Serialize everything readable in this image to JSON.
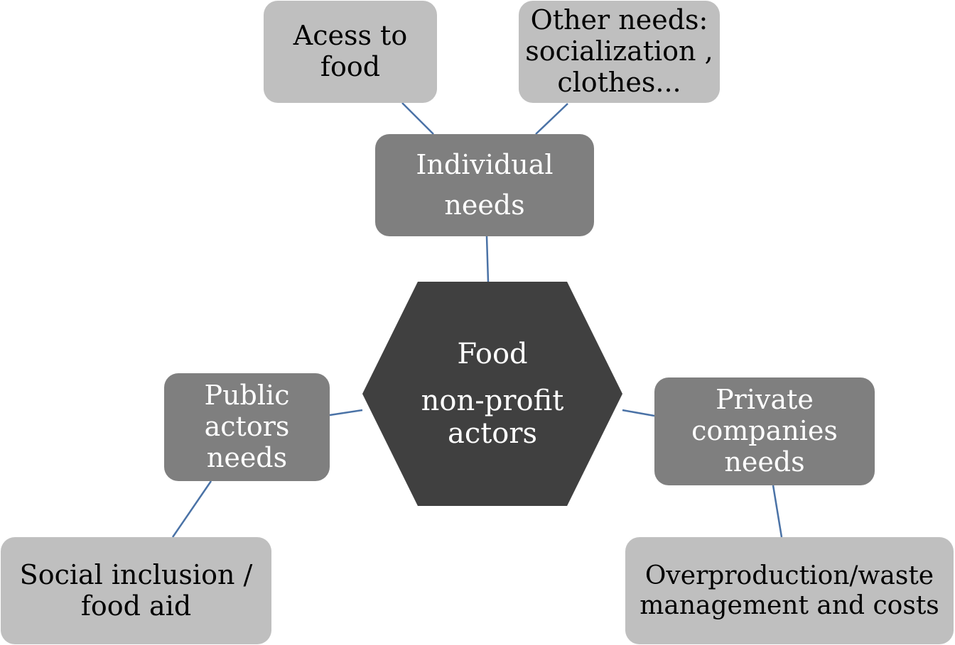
{
  "diagram": {
    "center": {
      "line1": "Food",
      "line2": "non-profit",
      "line3": "actors"
    },
    "individual": {
      "line1": "Individual",
      "line2": "needs"
    },
    "access_food": {
      "line1": "Acess to",
      "line2": "food"
    },
    "other_needs": {
      "line1": "Other needs:",
      "line2": "socialization ,",
      "line3": "clothes..."
    },
    "public_actors": {
      "line1": "Public",
      "line2": "actors",
      "line3": "needs"
    },
    "social_inclusion": {
      "line1": "Social inclusion /",
      "line2": "food aid"
    },
    "private_companies": {
      "line1": "Private",
      "line2": "companies",
      "line3": "needs"
    },
    "overproduction": {
      "line1": "Overproduction/waste",
      "line2": "management and costs"
    }
  },
  "colors": {
    "center_fill": "#404040",
    "secondary_fill": "#7f7f7f",
    "leaf_fill": "#bfbfbf",
    "connector": "#4a72a6"
  }
}
